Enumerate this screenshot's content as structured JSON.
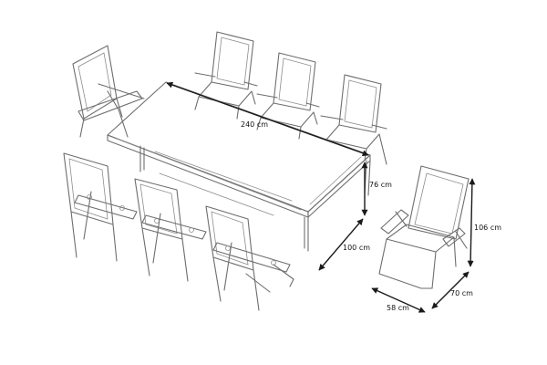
{
  "dimensions": {
    "table_length": "240 cm",
    "table_height": "76 cm",
    "table_width": "100 cm",
    "chair_height": "106 cm",
    "chair_depth": "70 cm",
    "chair_width": "58 cm"
  },
  "colors": {
    "line": "#6e6e6e",
    "dimension": "#1a1a1a",
    "background": "#ffffff"
  }
}
